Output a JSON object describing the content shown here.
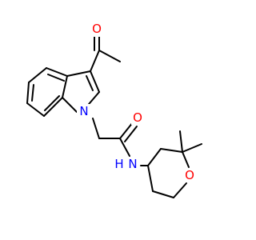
{
  "colors": {
    "oxygen": "#ff0000",
    "nitrogen": "#0000ff",
    "bond": "#000000",
    "background": "#ffffff"
  },
  "atoms": {
    "ketone_oxygen": "O",
    "indole_nitrogen": "N",
    "amide_oxygen": "O",
    "amide_nitrogen": "N",
    "amide_hydrogen": "H",
    "ring_oxygen": "O"
  }
}
